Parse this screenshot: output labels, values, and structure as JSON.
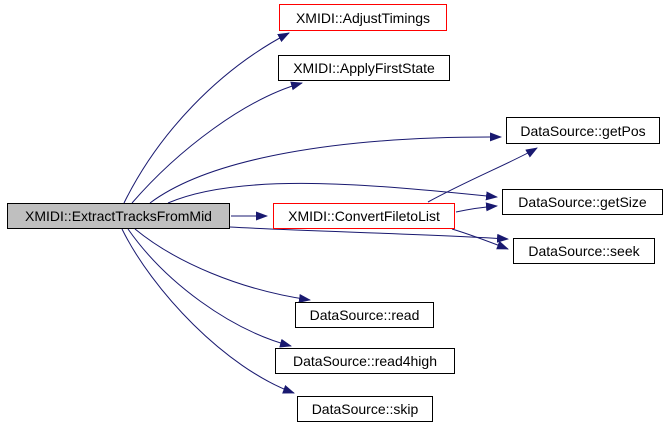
{
  "colors": {
    "edge": "#191970",
    "node_border": "#000000",
    "highlight_border": "#ff0000",
    "focus_node_fill": "#bfbfbf",
    "node_fill": "#ffffff",
    "background": "#ffffff",
    "text": "#000000"
  },
  "graph": {
    "type": "call-graph",
    "nodes": [
      {
        "id": "extract-tracks-from-mid",
        "label": "XMIDI::ExtractTracksFromMid",
        "style": "focus"
      },
      {
        "id": "adjust-timings",
        "label": "XMIDI::AdjustTimings",
        "style": "highlight"
      },
      {
        "id": "apply-first-state",
        "label": "XMIDI::ApplyFirstState",
        "style": "normal"
      },
      {
        "id": "get-pos",
        "label": "DataSource::getPos",
        "style": "normal"
      },
      {
        "id": "convert-file-to-list",
        "label": "XMIDI::ConvertFiletoList",
        "style": "highlight"
      },
      {
        "id": "get-size",
        "label": "DataSource::getSize",
        "style": "normal"
      },
      {
        "id": "seek",
        "label": "DataSource::seek",
        "style": "normal"
      },
      {
        "id": "read",
        "label": "DataSource::read",
        "style": "normal"
      },
      {
        "id": "read4high",
        "label": "DataSource::read4high",
        "style": "normal"
      },
      {
        "id": "skip",
        "label": "DataSource::skip",
        "style": "normal"
      }
    ],
    "edges": [
      {
        "from": "extract-tracks-from-mid",
        "to": "adjust-timings"
      },
      {
        "from": "extract-tracks-from-mid",
        "to": "apply-first-state"
      },
      {
        "from": "extract-tracks-from-mid",
        "to": "get-pos"
      },
      {
        "from": "extract-tracks-from-mid",
        "to": "convert-file-to-list"
      },
      {
        "from": "extract-tracks-from-mid",
        "to": "get-size"
      },
      {
        "from": "extract-tracks-from-mid",
        "to": "seek"
      },
      {
        "from": "extract-tracks-from-mid",
        "to": "read"
      },
      {
        "from": "extract-tracks-from-mid",
        "to": "read4high"
      },
      {
        "from": "extract-tracks-from-mid",
        "to": "skip"
      },
      {
        "from": "convert-file-to-list",
        "to": "get-pos"
      },
      {
        "from": "convert-file-to-list",
        "to": "get-size"
      },
      {
        "from": "convert-file-to-list",
        "to": "seek"
      }
    ]
  }
}
